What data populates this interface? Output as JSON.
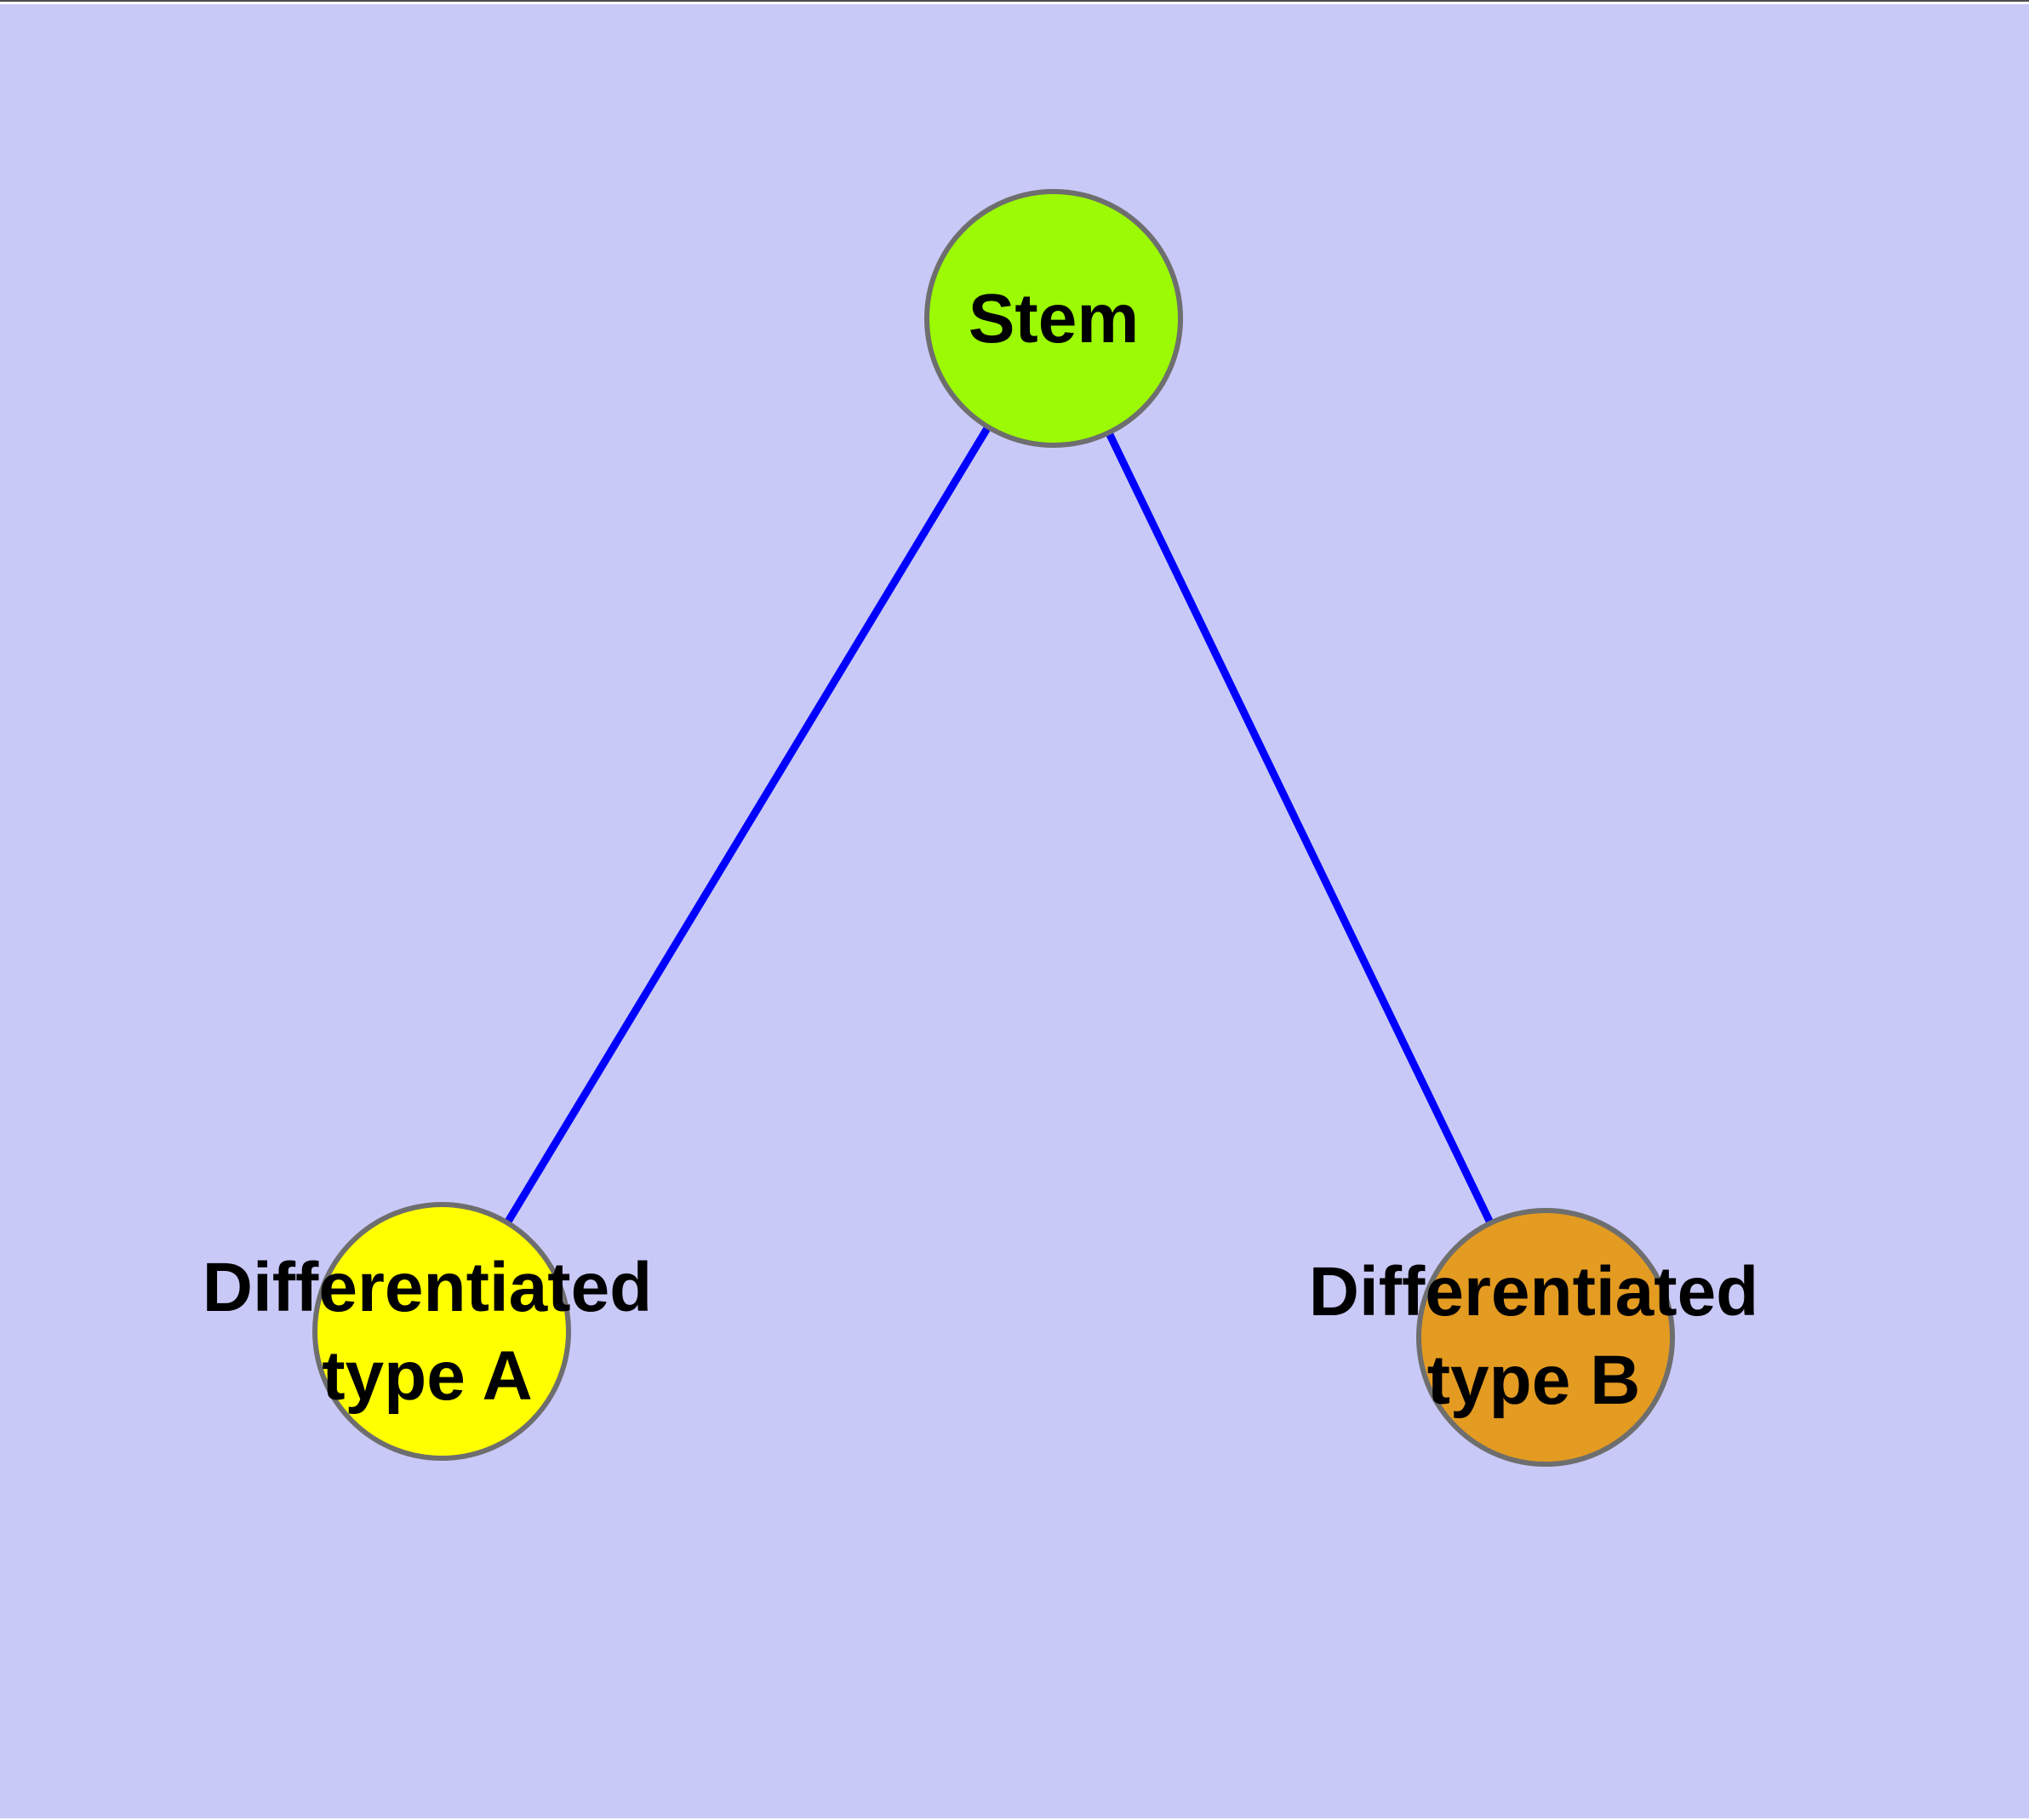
{
  "window": {
    "top_edge_line_color": "#4C4C4C",
    "top_edge_strip_color": "#FFFFFF",
    "bottom_edge_strip_color": "#FFFFFF"
  },
  "diagram": {
    "type": "node-link-graph",
    "background_color": "#C9C9F8",
    "edge_color": "#0000FF",
    "node_border_color": "#6E6E6E",
    "label_color": "#000000",
    "nodes": [
      {
        "id": "stem",
        "label_lines": [
          "Stem"
        ],
        "color": "#9BFA04"
      },
      {
        "id": "differentiated-type-a",
        "label_lines": [
          "Differentiated",
          "type A"
        ],
        "color": "#FFFF00"
      },
      {
        "id": "differentiated-type-b",
        "label_lines": [
          "Differentiated",
          "type B"
        ],
        "color": "#E49B21"
      }
    ],
    "edges": [
      {
        "from": "Stem",
        "to": "Differentiated type A"
      },
      {
        "from": "Stem",
        "to": "Differentiated type B"
      }
    ]
  }
}
